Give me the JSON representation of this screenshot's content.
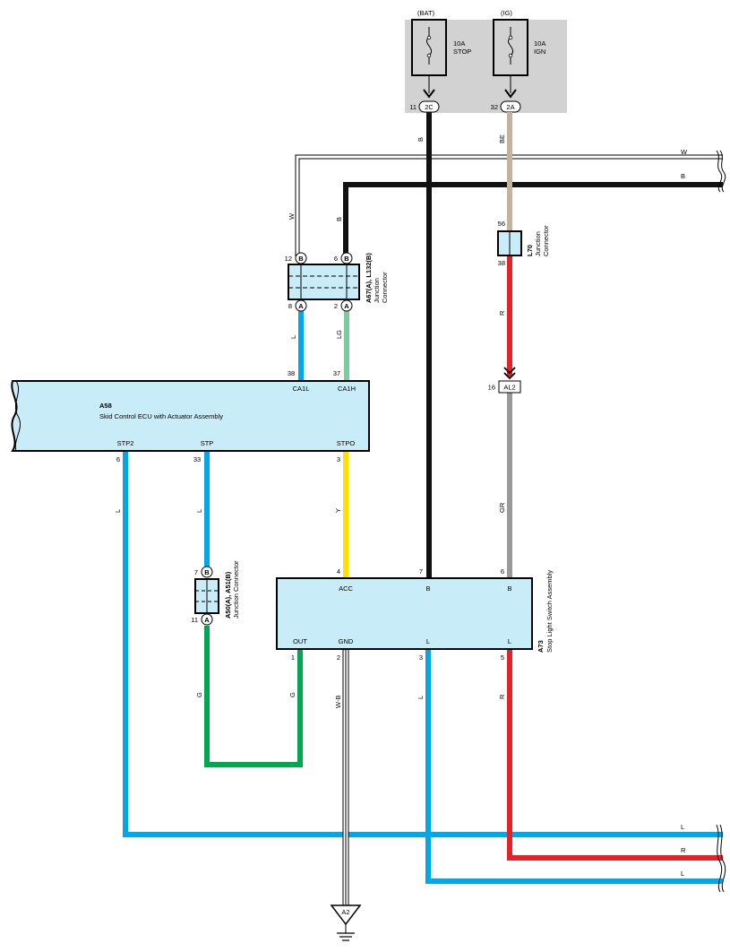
{
  "colors": {
    "blue_L": "#00a8e8",
    "black_B": "#111111",
    "beige_BE": "#c4b29c",
    "red_R": "#e52228",
    "green_G": "#00a650",
    "lightgreen_LG": "#7ec99e",
    "yellow_Y": "#ffe000",
    "gray_GR": "#9a9a9a",
    "component_fill": "#c8ecf8",
    "fusebox_fill": "#d2d2d2"
  },
  "fuses": {
    "bat": {
      "source": "(BAT)",
      "rating": "10A",
      "name": "STOP",
      "pin": "11",
      "connector": "2C"
    },
    "ig": {
      "source": "(IG)",
      "rating": "10A",
      "name": "IGN",
      "pin": "32",
      "connector": "2A"
    }
  },
  "wire_labels": {
    "w_top": "W",
    "b_top": "B",
    "w_vert": "W",
    "b_vert": "B",
    "b_bat": "B",
    "be": "BE",
    "r_upper": "R",
    "l_ca1l": "L",
    "lg": "LG",
    "l_stp2": "L",
    "l_stp": "L",
    "y": "Y",
    "gr": "GR",
    "g_left": "G",
    "g_right": "G",
    "wb": "W-B",
    "l_pin3": "L",
    "r_pin5": "R",
    "l_right1": "L",
    "r_right": "R",
    "l_right2": "L"
  },
  "a67": {
    "id": "A67(A), L132(B)",
    "desc1": "Junction",
    "desc2": "Connector",
    "pins": {
      "p12": "12",
      "p6": "6",
      "p8": "8",
      "p2": "2"
    },
    "badges": {
      "b12": "B",
      "b6": "B",
      "a8": "A",
      "a2": "A"
    }
  },
  "l70": {
    "id": "L70",
    "desc1": "Junction",
    "desc2": "Connector",
    "pin_top": "56",
    "pin_bottom": "38"
  },
  "al2": {
    "label": "AL2",
    "pin": "16"
  },
  "a58": {
    "id": "A58",
    "name": "Skid Control ECU with Actuator Assembly",
    "terminals": {
      "ca1l": "CA1L",
      "ca1h": "CA1H",
      "stp2": "STP2",
      "stp": "STP",
      "stpo": "STPO"
    },
    "pins": {
      "p38": "38",
      "p37": "37",
      "p6": "6",
      "p33": "33",
      "p3": "3"
    }
  },
  "a50": {
    "id": "A50(A), A51(B)",
    "desc": "Junction Connector",
    "pin_top": "7",
    "pin_bottom": "11",
    "badge_top": "B",
    "badge_bottom": "A"
  },
  "a73": {
    "id": "A73",
    "name": "Stop Light Switch Assembly",
    "terminals": {
      "acc": "ACC",
      "b1": "B",
      "b2": "B",
      "out": "OUT",
      "gnd": "GND",
      "l1": "L",
      "l2": "L"
    },
    "pins": {
      "p4": "4",
      "p7": "7",
      "p6": "6",
      "p1": "1",
      "p2": "2",
      "p3": "3",
      "p5": "5"
    }
  },
  "ground": {
    "label": "A2"
  }
}
